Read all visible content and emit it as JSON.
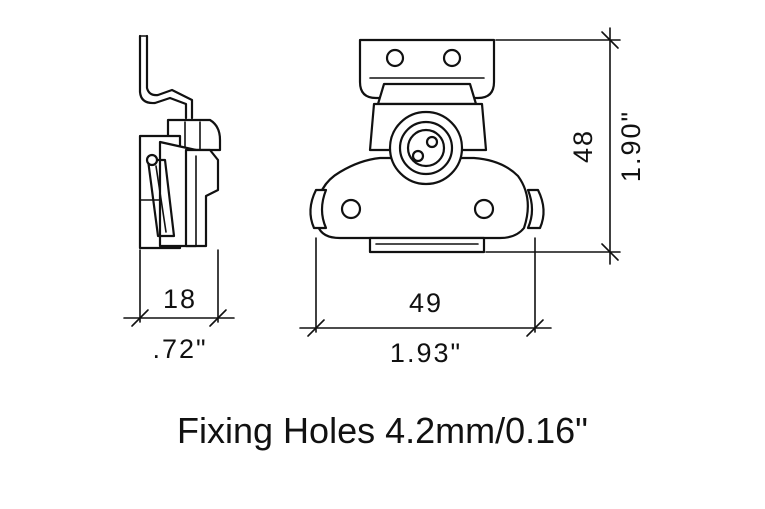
{
  "dimensions": {
    "side_width_mm": "18",
    "side_width_in": ".72\"",
    "front_width_mm": "49",
    "front_width_in": "1.93\"",
    "height_mm": "48",
    "height_in": "1.90\""
  },
  "caption": "Fixing Holes 4.2mm/0.16\""
}
